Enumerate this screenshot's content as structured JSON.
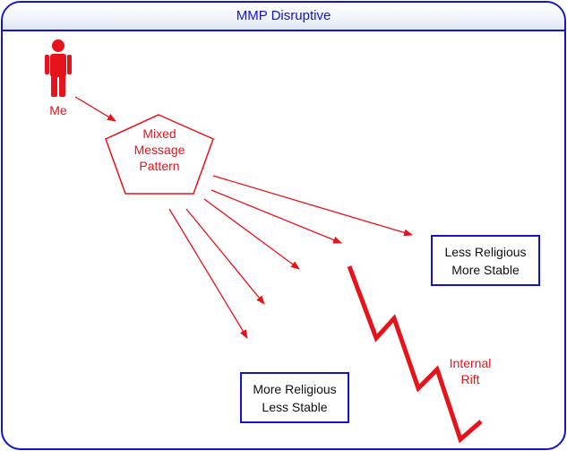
{
  "title": "MMP Disruptive",
  "actor": {
    "label": "Me"
  },
  "pattern": {
    "line1": "Mixed",
    "line2": "Message",
    "line3": "Pattern"
  },
  "box_right": {
    "line1": "Less Religious",
    "line2": "More Stable"
  },
  "box_bottom": {
    "line1": "More Religious",
    "line2": "Less Stable"
  },
  "rift": {
    "line1": "Internal",
    "line2": "Rift"
  },
  "colors": {
    "accent": "#e8121a",
    "border": "#1414c8",
    "text": "#111111"
  },
  "icons": [
    "person-icon",
    "lightning-bolt-icon"
  ]
}
